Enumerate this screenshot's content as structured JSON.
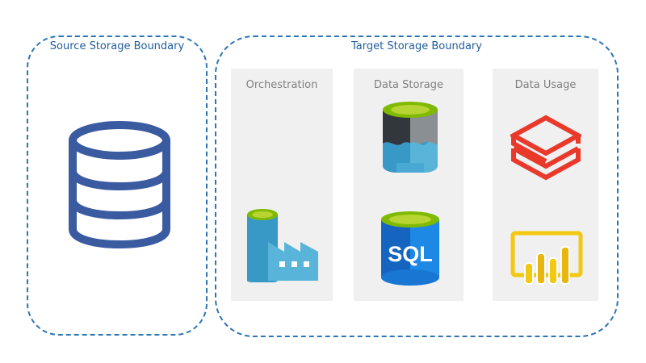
{
  "source": {
    "title": "Source Storage Boundary",
    "icon": "database-icon"
  },
  "target": {
    "title": "Target Storage Boundary",
    "columns": [
      {
        "title": "Orchestration",
        "icons": [
          "data-factory-icon"
        ]
      },
      {
        "title": "Data Storage",
        "icons": [
          "data-lake-storage-icon",
          "sql-database-icon"
        ],
        "sql_label": "SQL"
      },
      {
        "title": "Data Usage",
        "icons": [
          "databricks-icon",
          "power-bi-icon"
        ]
      }
    ]
  },
  "colors": {
    "boundary": "#2e75b6",
    "boundary_text": "#1f5c99",
    "panel_bg": "#f0f0f0",
    "panel_text": "#7f7f7f",
    "database_blue": "#3a5ba0",
    "azure_blue": "#3999c6",
    "azure_green": "#a4c639",
    "databricks_red": "#e8392b",
    "powerbi_yellow": "#f2c811"
  }
}
